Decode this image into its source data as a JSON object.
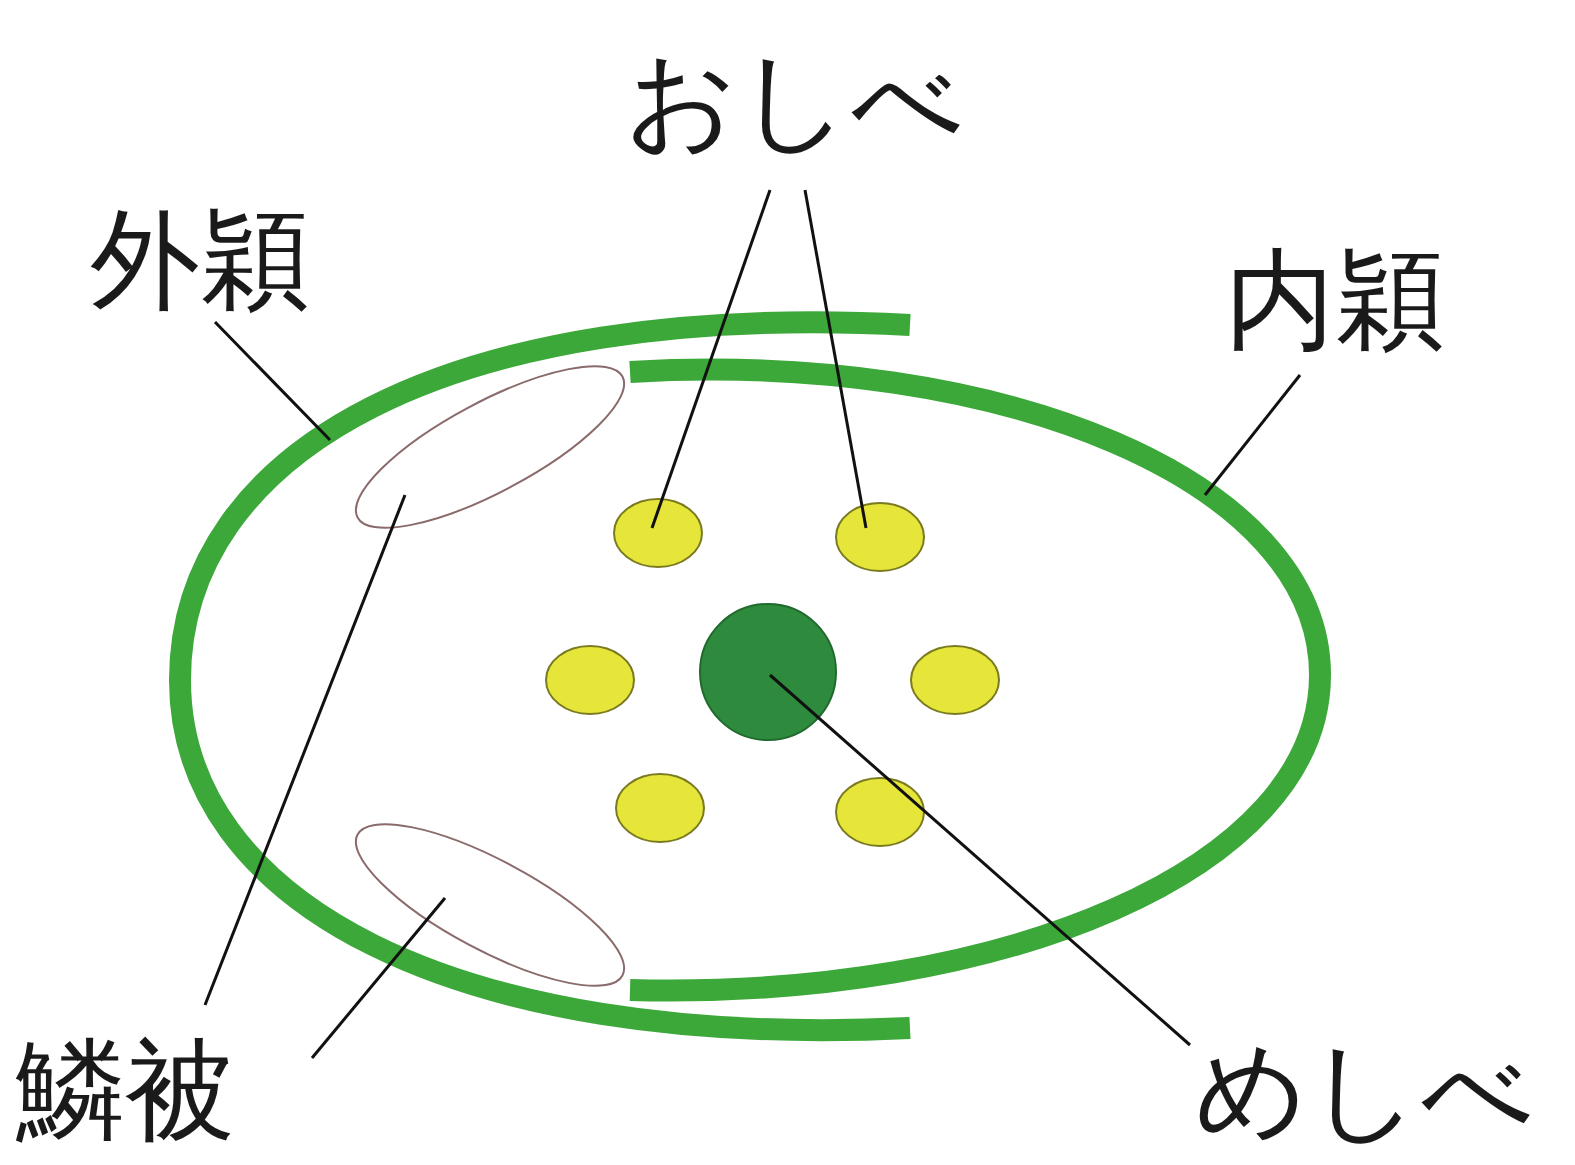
{
  "diagram": {
    "labels": [
      "おしべ",
      "外穎",
      "内穎",
      "鱗被",
      "めしべ"
    ]
  }
}
